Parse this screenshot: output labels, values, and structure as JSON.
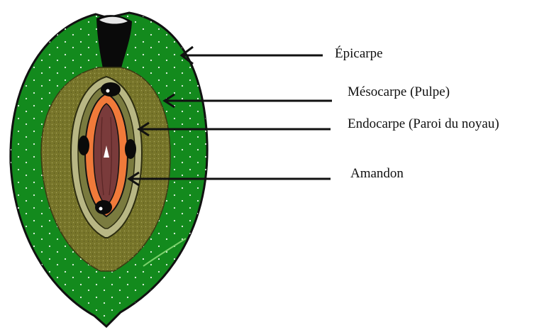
{
  "diagram": {
    "labels": {
      "epicarpe": "Épicarpe",
      "mesocarpe": "Mésocarpe (Pulpe)",
      "endocarpe": "Endocarpe (Paroi du noyau)",
      "amandon": "Amandon"
    },
    "colors": {
      "epicarp_green": "#138a1d",
      "mesocarp_olive": "#77752a",
      "endocarp_light": "#b8b784",
      "endocarp_inner": "#7a7b3f",
      "seed_orange": "#f07a3a",
      "amandon_brown": "#7a3b3b",
      "outline": "#111111"
    }
  }
}
